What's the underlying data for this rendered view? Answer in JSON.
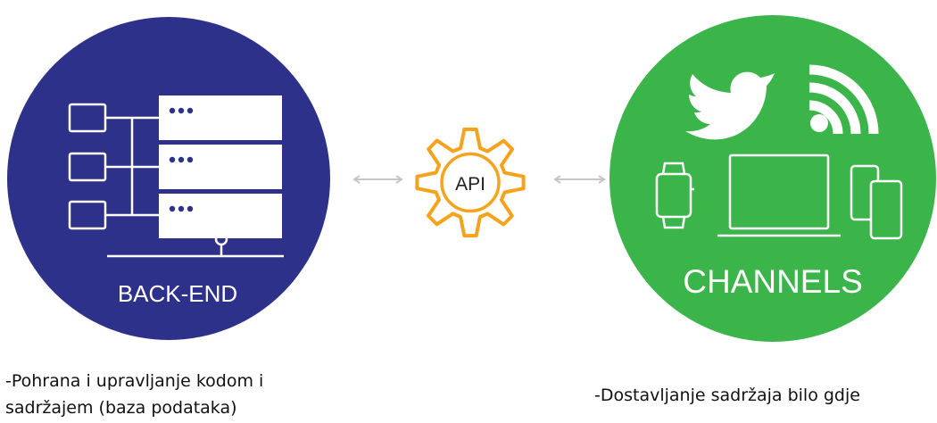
{
  "colors": {
    "backend": "#2e3189",
    "channels": "#3bb44a",
    "api": "#f5a31c",
    "arrow": "#c6c6c6",
    "icon_stroke": "#ffffff"
  },
  "backend": {
    "label": "BACK-END",
    "icon": "database-server-icon"
  },
  "api": {
    "label": "API",
    "icon": "gear-icon"
  },
  "channels": {
    "label": "CHANNELS",
    "icons": [
      "twitter-icon",
      "rss-icon",
      "smartwatch-icon",
      "laptop-icon",
      "devices-icon"
    ]
  },
  "captions": {
    "left": [
      "-Pohrana i upravljanje kodom i",
      "sadržajem (baza podataka)"
    ],
    "right": [
      "-Dostavljanje sadržaja bilo gdje"
    ]
  }
}
